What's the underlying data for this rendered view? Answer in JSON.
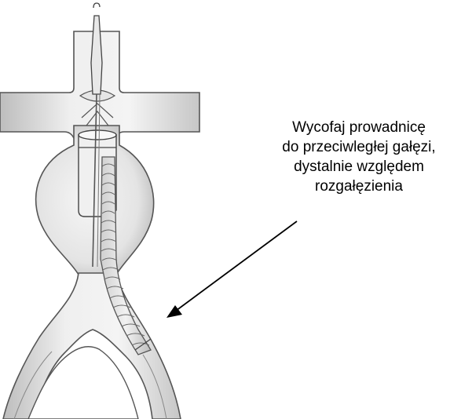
{
  "annotation": {
    "lines": [
      "Wycofaj prowadnicę",
      "do przeciwległej gałęzi,",
      "dystalnie względem",
      "rozgałęzienia"
    ]
  }
}
